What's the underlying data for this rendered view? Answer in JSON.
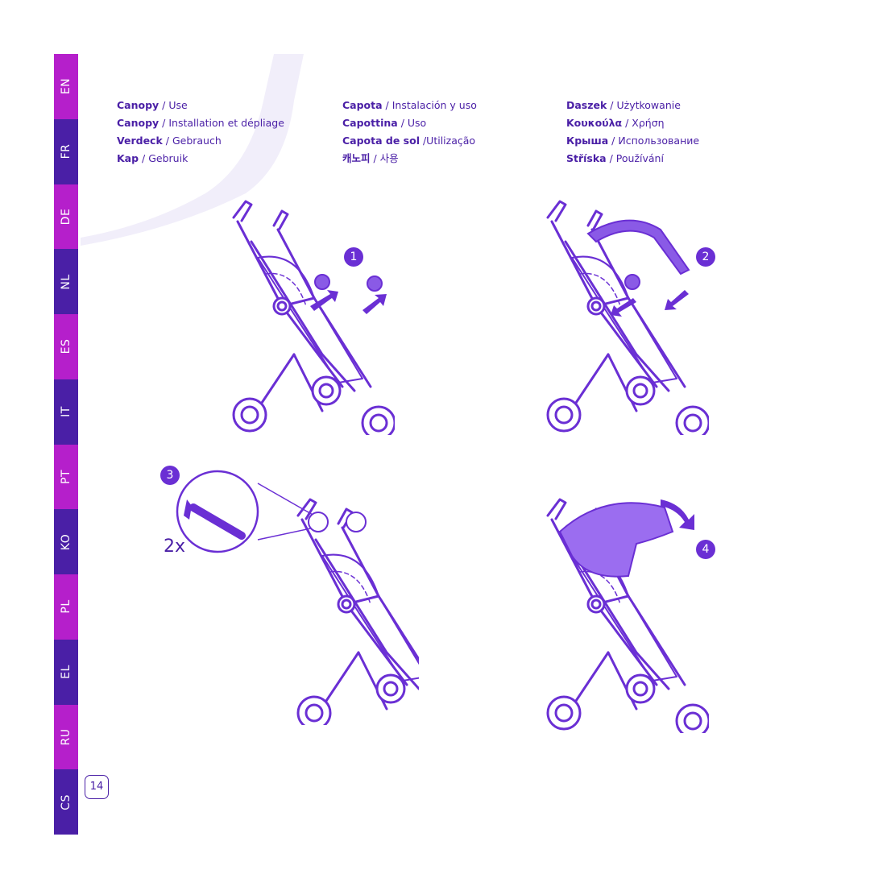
{
  "languages": [
    "EN",
    "FR",
    "DE",
    "NL",
    "ES",
    "IT",
    "PT",
    "KO",
    "PL",
    "EL",
    "RU",
    "CS"
  ],
  "page_number": "14",
  "headers": {
    "col1": [
      {
        "bold": "Canopy",
        "rest": " / Use"
      },
      {
        "bold": "Canopy",
        "rest": " / Installation et dépliage"
      },
      {
        "bold": "Verdeck",
        "rest": " / Gebrauch"
      },
      {
        "bold": "Kap",
        "rest": " / Gebruik"
      }
    ],
    "col2": [
      {
        "bold": "Capota",
        "rest": " / Instalación y uso"
      },
      {
        "bold": "Capottina",
        "rest": " / Uso"
      },
      {
        "bold": "Capota de sol",
        "rest": " /Utilização"
      },
      {
        "bold": "캐노피",
        "rest": " / 사용"
      }
    ],
    "col3": [
      {
        "bold": "Daszek",
        "rest": " / Użytkowanie"
      },
      {
        "bold": "Κουκούλα",
        "rest": " / Χρήση"
      },
      {
        "bold": "Крыша",
        "rest": " / Использование"
      },
      {
        "bold": "Stříska",
        "rest": " / Používání"
      }
    ]
  },
  "steps": {
    "step1": "1",
    "step2": "2",
    "step3": "3",
    "step4": "4",
    "repeat": "2x"
  },
  "colors": {
    "accent_magenta": "#b51fcb",
    "accent_purple": "#4a1fa6",
    "line": "#6a2fd4",
    "canopy_fill": "#9b6df0"
  }
}
